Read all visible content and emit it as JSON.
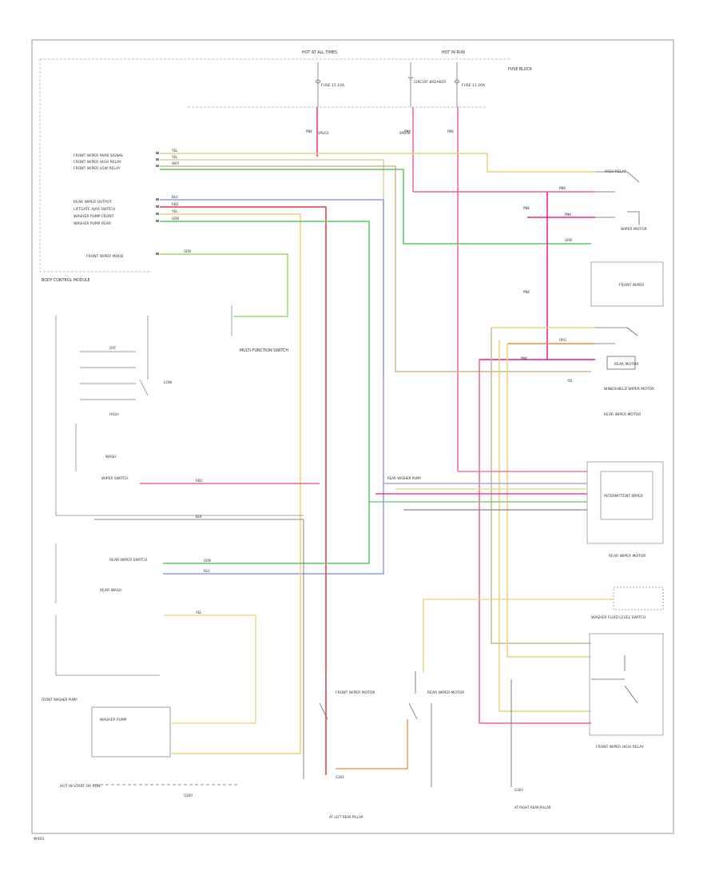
{
  "labels": {
    "fuse_box_left": "HOT AT ALL TIMES",
    "fuse_box_right": "HOT IN RUN",
    "fuse_ref": "FUSE BLOCK",
    "fuse_1": "FUSE 15 10A",
    "fuse_2": "CIRCUIT BREAKER",
    "fuse_3": "FUSE 11 20A",
    "bus_left": "SPLICE",
    "bus_mid": "SPLICE",
    "module_title": "BODY CONTROL MODULE",
    "in_1": "FRONT WIPER PARK SIGNAL",
    "in_2": "FRONT WIPER HIGH RELAY",
    "in_3": "FRONT WIPER LOW RELAY",
    "in_4": "REAR WIPER OUTPUT",
    "in_5": "LIFTGATE AJAR SWITCH",
    "in_6": "WASHER PUMP FRONT",
    "in_7": "WASHER PUMP REAR",
    "in_8": "FRONT WIPER MODE",
    "right_top": "HIGH RELAY",
    "right_mid": "WIPER MOTOR",
    "right_box2": "FRONT WIPER",
    "right_box3": "REAR MOTOR",
    "right_caption1": "WINDSHIELD WIPER MOTOR",
    "right_caption2": "REAR WIPER MOTOR",
    "right_caption3": "INTERMITTENT WIPER",
    "washer_caption": "WASHER FLUID LEVEL SWITCH",
    "right_bottom_caption": "FRONT WIPER HIGH RELAY",
    "left_mode1": "OFF",
    "left_mode2": "LOW",
    "left_mode3": "HIGH",
    "left_mode4": "WASH",
    "left_switch_caption": "WIPER SWITCH",
    "left_switch2": "REAR WIPER SWITCH",
    "left_switch3": "REAR WASH",
    "left_cluster": "MULTI-FUNCTION SWITCH",
    "washer_box": "WASHER PUMP",
    "ground_left": "G200",
    "ground_mid": "G301",
    "ground_right": "G302",
    "ground_caption_mid": "AT LEFT REAR PILLAR",
    "ground_caption_right": "AT RIGHT REAR PILLAR",
    "bottom_left": "HOT IN START OR RUN",
    "corner_code": "W003",
    "center_note1": "FRONT WASHER PUMP",
    "center_note2": "REAR WASHER PUMP",
    "center_motor": "FRONT WIPER MOTOR",
    "center_motor2": "REAR WIPER MOTOR",
    "wire_pk": "PNK",
    "wire_rd": "RED",
    "wire_ye": "YEL",
    "wire_gn": "GRN",
    "wire_bl": "BLU",
    "wire_bk": "BLK",
    "wire_or": "ORG",
    "wire_wt": "WHT"
  },
  "colors": {
    "pink": "#f06292",
    "magenta": "#ec1c8c",
    "yellow": "#e8d47a",
    "cream": "#ddd09a",
    "green": "#5cc765",
    "blue": "#8f9bf0",
    "red": "#e8393f",
    "orange": "#f08a3c",
    "black": "#555555",
    "tan": "#c9b98c",
    "lime": "#9fd86a"
  }
}
